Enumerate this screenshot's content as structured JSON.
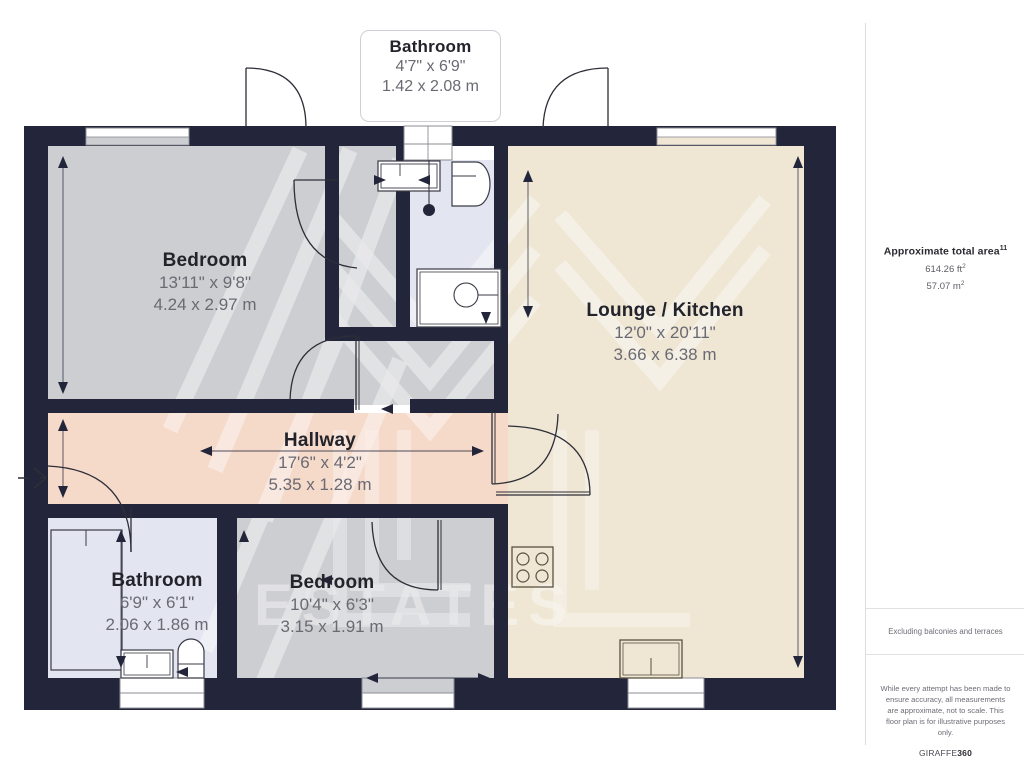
{
  "document": {
    "type": "floor-plan",
    "brand_prefix": "GIRAFFE",
    "brand_suffix": "360"
  },
  "info_panel": {
    "area_title": "Approximate total area",
    "area_title_marker": "11",
    "area_sqft": "614.26 ft",
    "area_sqft_unit": "2",
    "area_sqm": "57.07 m",
    "area_sqm_unit": "2",
    "excluding_note": "Excluding balconies and terraces",
    "disclaimer": "While every attempt has been made to ensure accuracy, all measurements are approximate, not to scale. This floor plan is for illustrative purposes only."
  },
  "rooms": [
    {
      "id": "bathroom-top",
      "name": "Bathroom",
      "dim_imperial": "4'7\" x 6'9\"",
      "dim_metric": "1.42 x 2.08 m",
      "fill": "#e3e5f0"
    },
    {
      "id": "bedroom-main",
      "name": "Bedroom",
      "dim_imperial": "13'11\" x 9'8\"",
      "dim_metric": "4.24 x 2.97 m",
      "fill": "#cdced2"
    },
    {
      "id": "lounge-kitchen",
      "name": "Lounge / Kitchen",
      "dim_imperial": "12'0\" x 20'11\"",
      "dim_metric": "3.66 x 6.38 m",
      "fill": "#efe6d4"
    },
    {
      "id": "hallway",
      "name": "Hallway",
      "dim_imperial": "17'6\" x 4'2\"",
      "dim_metric": "5.35 x 1.28 m",
      "fill": "#f5d9c9"
    },
    {
      "id": "bathroom-bottom",
      "name": "Bathroom",
      "dim_imperial": "6'9\" x 6'1\"",
      "dim_metric": "2.06 x 1.86 m",
      "fill": "#e3e5f0"
    },
    {
      "id": "bedroom-second",
      "name": "Bedroom",
      "dim_imperial": "10'4\" x 6'3\"",
      "dim_metric": "3.15 x 1.91 m",
      "fill": "#cdced2"
    }
  ],
  "watermark": {
    "text": "ESTATES"
  },
  "colors": {
    "wall": "#23263a",
    "bedroom": "#cdced2",
    "lounge": "#efe6d4",
    "hallway": "#f5d9c9",
    "bathroom": "#e3e5f0",
    "text_dark": "#23232c",
    "text_muted": "#6a6a73",
    "panel_border": "#dcdcdc"
  }
}
